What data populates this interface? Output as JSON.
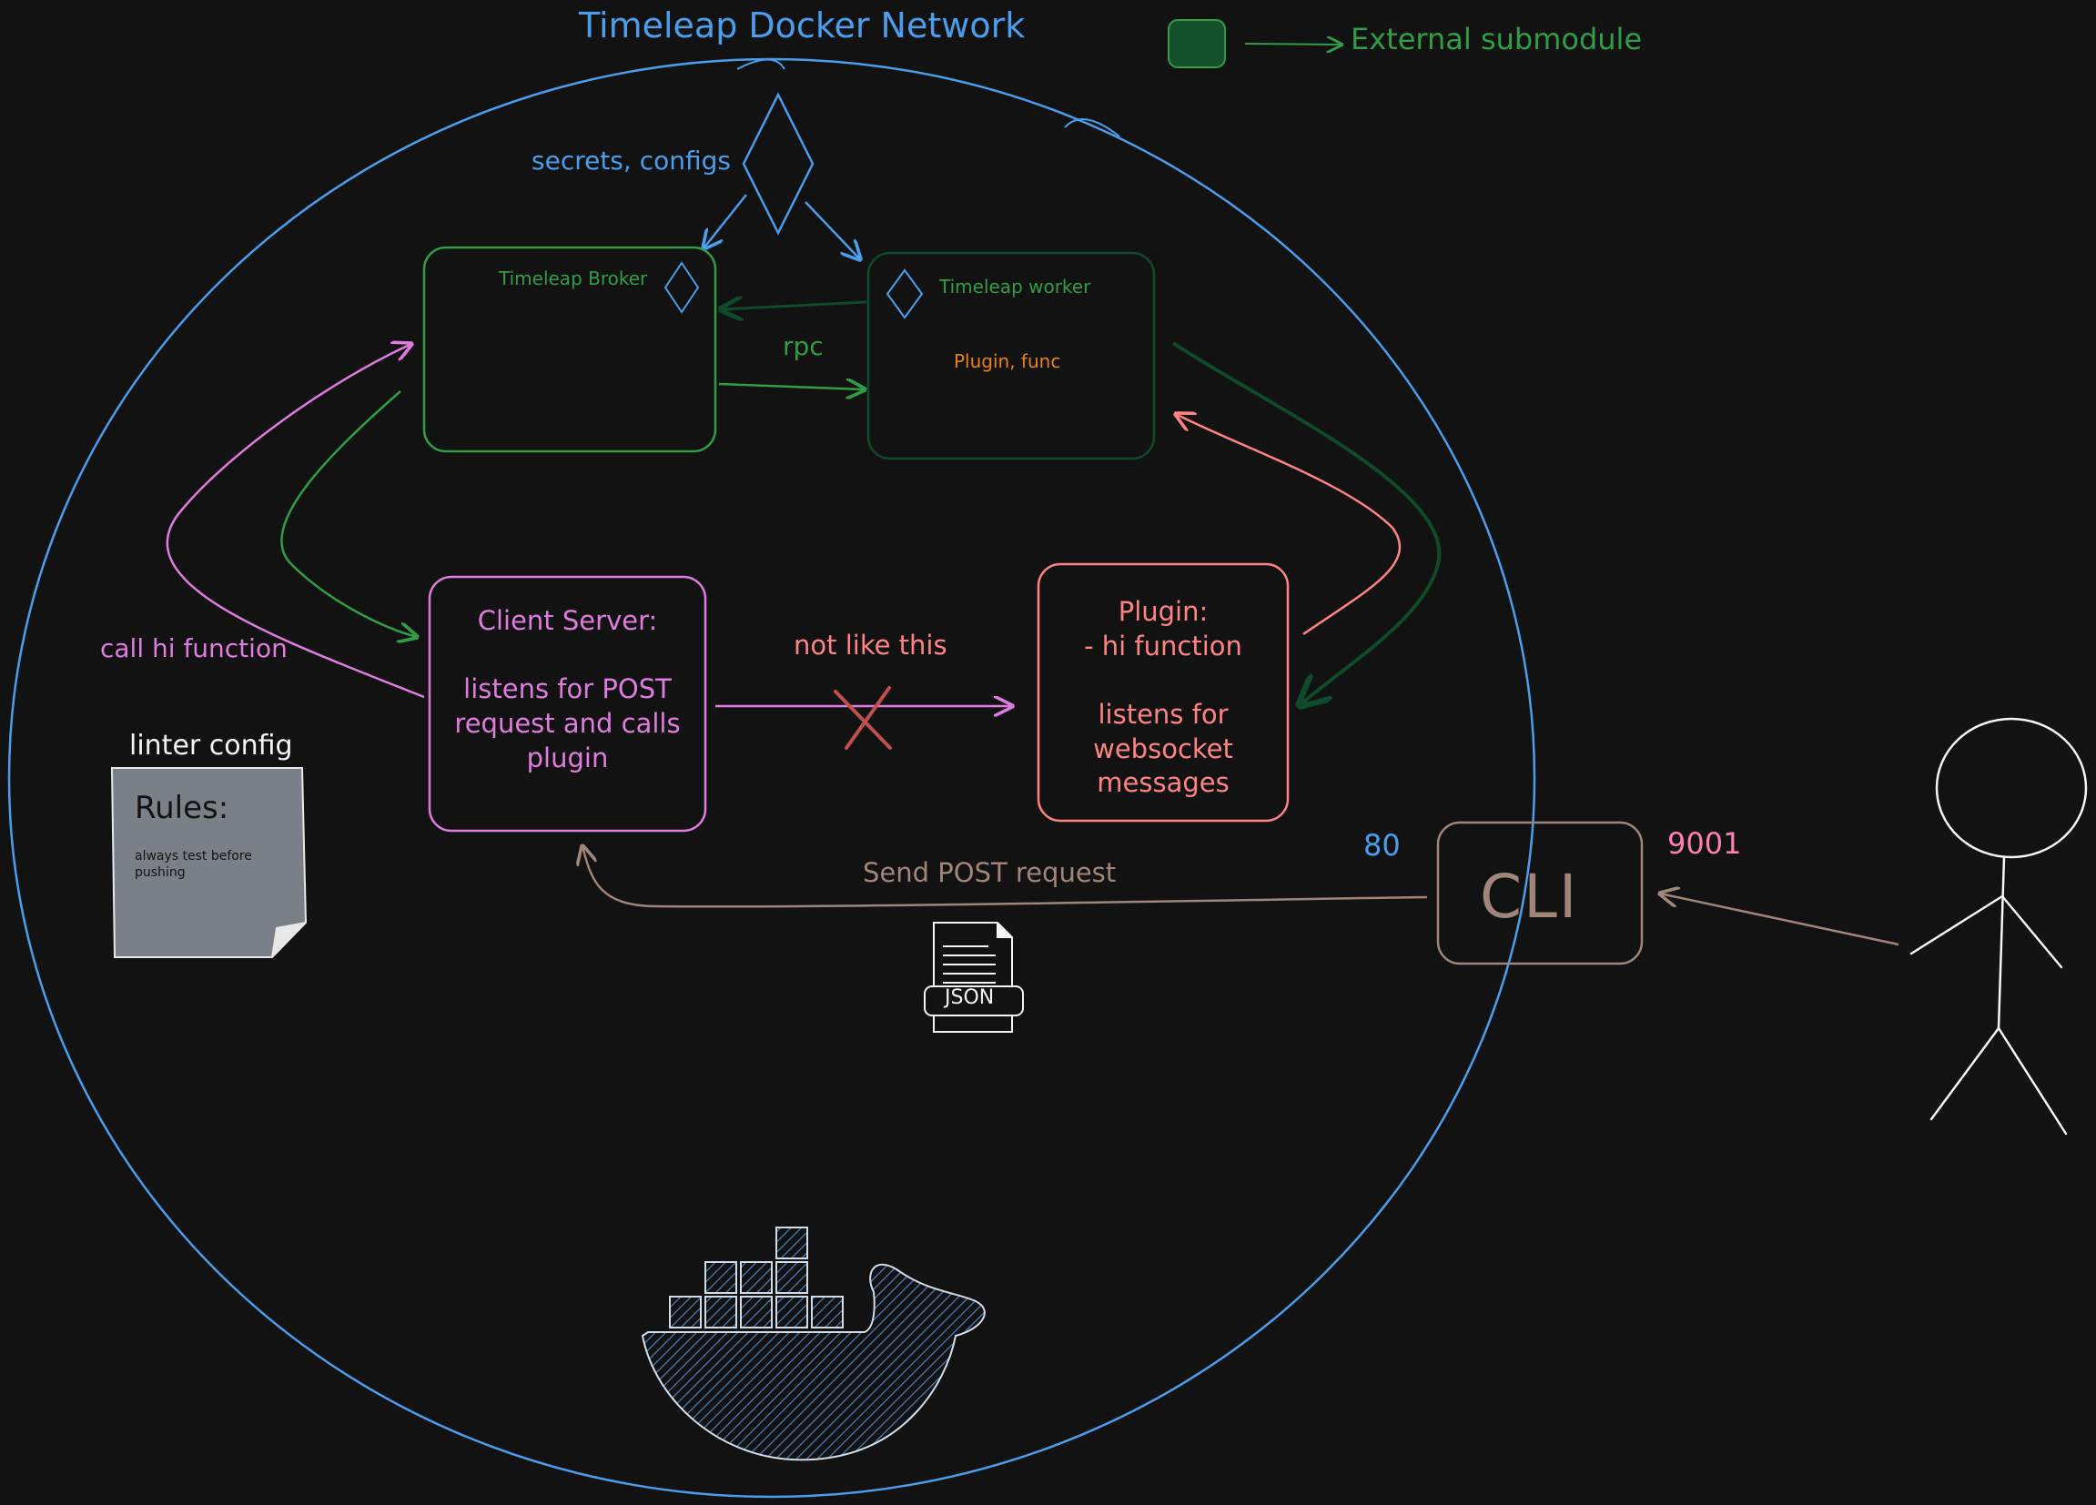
{
  "title": "Timeleap Docker Network",
  "legend": {
    "label": "External submodule",
    "color": "#15502d",
    "stroke": "#2f9e44"
  },
  "labels": {
    "secrets": "secrets, configs",
    "rpc": "rpc",
    "call_hi": "call hi function",
    "not_like_this": "not like this",
    "send_post": "Send POST request",
    "port_80": "80",
    "port_9001": "9001",
    "linter": "linter config"
  },
  "nodes": {
    "broker": {
      "title": "Timeleap Broker"
    },
    "worker": {
      "title": "Timeleap worker",
      "body": "Plugin, func"
    },
    "client_server": {
      "text": "Client Server:\n\nlistens for POST\nrequest and calls\nplugin"
    },
    "plugin": {
      "text": "Plugin:\n- hi function\n\nlistens for\nwebsocket\nmessages"
    },
    "cli": {
      "label": "CLI"
    }
  },
  "note": {
    "title": "Rules:",
    "body": "always test before pushing"
  },
  "json_doc": {
    "label": "JSON"
  },
  "colors": {
    "network": "#4a9eed",
    "green": "#2f9e44",
    "dark_green": "#0f4a2a",
    "orange": "#e8830c",
    "violet": "#e07be0",
    "red": "#ff8383",
    "brown": "#a08578",
    "pink": "#ff7fb3",
    "white": "#f5f5f5",
    "cross": "#c0504d"
  }
}
